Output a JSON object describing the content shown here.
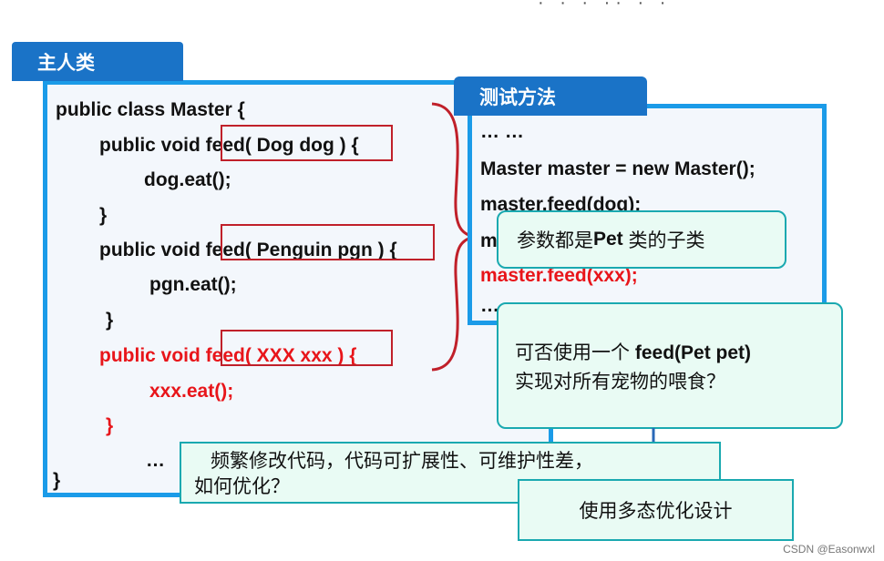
{
  "top_fragment": "· · ·  ·· · ·",
  "master_panel": {
    "tab": "主人类",
    "lines": [
      "public class Master {",
      "public void feed( Dog dog ) {",
      "dog.eat();",
      "}",
      "public void feed( Penguin pgn ) {",
      "pgn.eat();",
      "}",
      "public void feed( XXX xxx ) {",
      "xxx.eat();",
      "}",
      "…",
      "}"
    ]
  },
  "test_panel": {
    "tab": "测试方法",
    "lines": [
      "… …",
      "Master master = new Master();",
      "master.feed(dog);",
      "m",
      "master.feed(xxx);",
      "…"
    ]
  },
  "callouts": {
    "pet_subclass": {
      "text_pre": "参数都是 ",
      "text_bold": "Pet",
      "text_post": " 类的子类"
    },
    "question": {
      "line1_pre": "可否使用一个 ",
      "line1_bold": "feed(Pet pet)",
      "line2": "实现对所有宠物的喂食？"
    },
    "problem": {
      "line1": "频繁修改代码，代码可扩展性、可维护性差，",
      "line2": "如何优化？"
    },
    "solution": "使用多态优化设计"
  },
  "colors": {
    "tab_blue": "#1a73c7",
    "border_blue": "#1b9be8",
    "red": "#e8151a",
    "callout_bg": "#e9fbf4"
  },
  "footer": "CSDN @Easonwxl"
}
